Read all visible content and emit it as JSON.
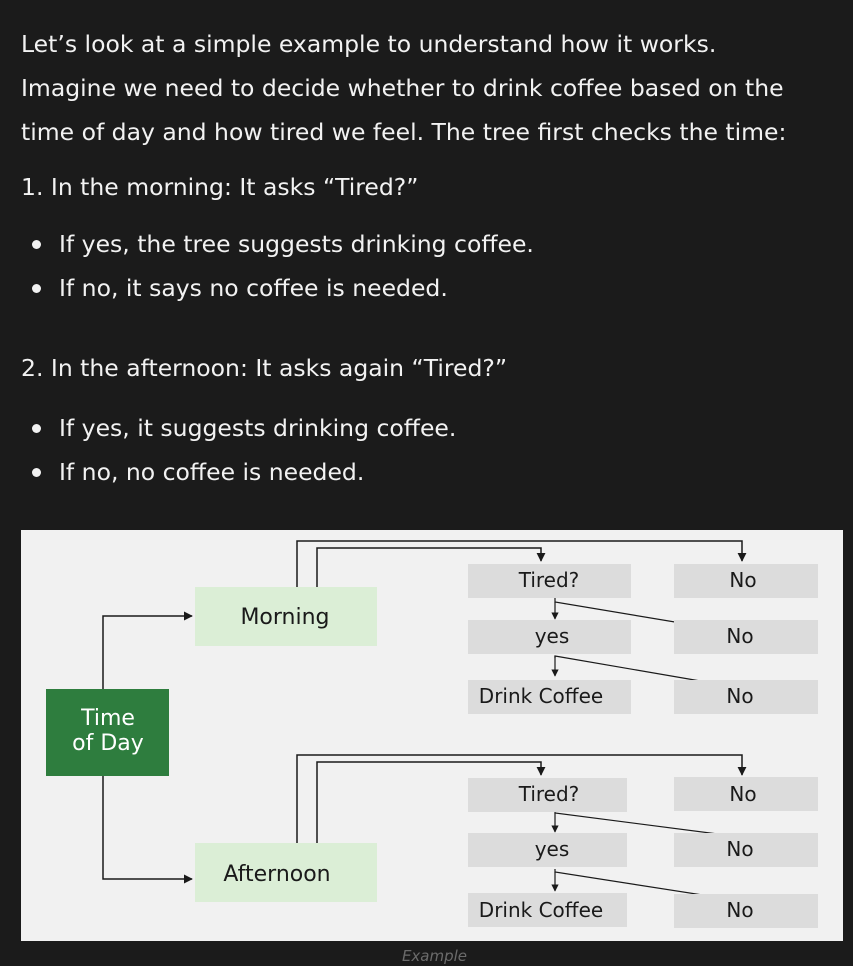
{
  "intro": {
    "line1": "Let’s look at a simple example to understand how it works.",
    "line2": "Imagine we need to decide whether to drink coffee based on the",
    "line3": "time of day and how tired we feel. The tree first checks the time:"
  },
  "section1": {
    "heading": "1. In the morning: It asks “Tired?”",
    "bullets": [
      "If yes, the tree suggests drinking coffee.",
      "If no, it says no coffee is needed."
    ]
  },
  "section2": {
    "heading": "2. In the afternoon: It asks again “Tired?”",
    "bullets": [
      "If yes, it suggests drinking coffee.",
      "If no, no coffee is needed."
    ]
  },
  "diagram": {
    "root_line1": "Time",
    "root_line2": "of Day",
    "morning": "Morning",
    "afternoon": "Afternoon",
    "morning_branch": {
      "q": "Tired?",
      "a": "yes",
      "r": "Drink Coffee",
      "n1": "No",
      "n2": "No",
      "n3": "No"
    },
    "afternoon_branch": {
      "q": "Tired?",
      "a": "yes",
      "r": "Drink Coffee",
      "n1": "No",
      "n2": "No",
      "n3": "No"
    },
    "colors": {
      "root": "#2e7d3e",
      "branch": "#dbeed6",
      "leaf": "#dcdcdc",
      "background": "#f1f1f1"
    }
  },
  "caption": "Example"
}
